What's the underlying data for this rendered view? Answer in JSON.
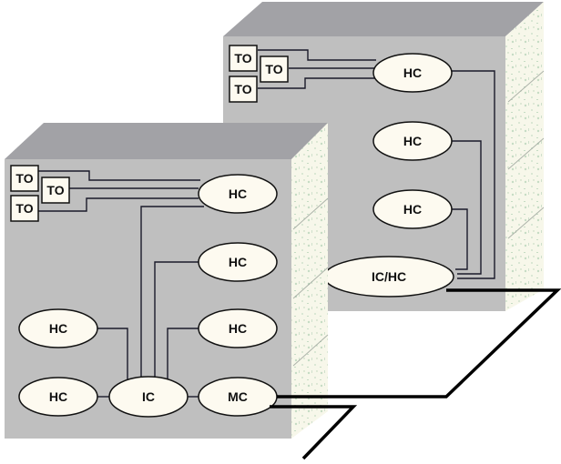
{
  "diagram": {
    "title": "",
    "colors": {
      "top_face": "#a2a2a6",
      "front_face": "#bfbfbf",
      "side_face": "#f7f7ea",
      "side_speckle": "#c6dcc4",
      "node_fill": "#fdfaf0",
      "line": "#111111"
    },
    "back_building": {
      "outlets": [
        {
          "label": "TO"
        },
        {
          "label": "TO"
        },
        {
          "label": "TO"
        }
      ],
      "nodes": [
        {
          "id": "b-hc1",
          "label": "HC"
        },
        {
          "id": "b-hc2",
          "label": "HC"
        },
        {
          "id": "b-hc3",
          "label": "HC"
        },
        {
          "id": "b-ichc",
          "label": "IC/HC"
        }
      ]
    },
    "front_building": {
      "outlets": [
        {
          "label": "TO"
        },
        {
          "label": "TO"
        },
        {
          "label": "TO"
        }
      ],
      "nodes": [
        {
          "id": "f-hc-top",
          "label": "HC"
        },
        {
          "id": "f-hc-mid",
          "label": "HC"
        },
        {
          "id": "f-hc-left",
          "label": "HC"
        },
        {
          "id": "f-hc-right",
          "label": "HC"
        },
        {
          "id": "f-hc-bottom",
          "label": "HC"
        },
        {
          "id": "f-ic",
          "label": "IC"
        },
        {
          "id": "f-mc",
          "label": "MC"
        }
      ]
    },
    "links": [
      {
        "from": "TO (back)",
        "to": "b-hc1"
      },
      {
        "from": "b-hc1",
        "to": "b-ichc"
      },
      {
        "from": "b-hc2",
        "to": "b-ichc"
      },
      {
        "from": "b-hc3",
        "to": "b-ichc"
      },
      {
        "from": "TO (front)",
        "to": "f-hc-top"
      },
      {
        "from": "f-hc-top",
        "to": "f-ic"
      },
      {
        "from": "f-hc-mid",
        "to": "f-ic"
      },
      {
        "from": "f-hc-left",
        "to": "f-ic"
      },
      {
        "from": "f-hc-right",
        "to": "f-ic"
      },
      {
        "from": "f-hc-bottom",
        "to": "f-ic"
      },
      {
        "from": "f-ic",
        "to": "f-mc"
      },
      {
        "from": "f-mc",
        "to": "b-ichc",
        "kind": "backbone"
      },
      {
        "from": "f-mc",
        "to": "external",
        "kind": "backbone"
      }
    ]
  }
}
